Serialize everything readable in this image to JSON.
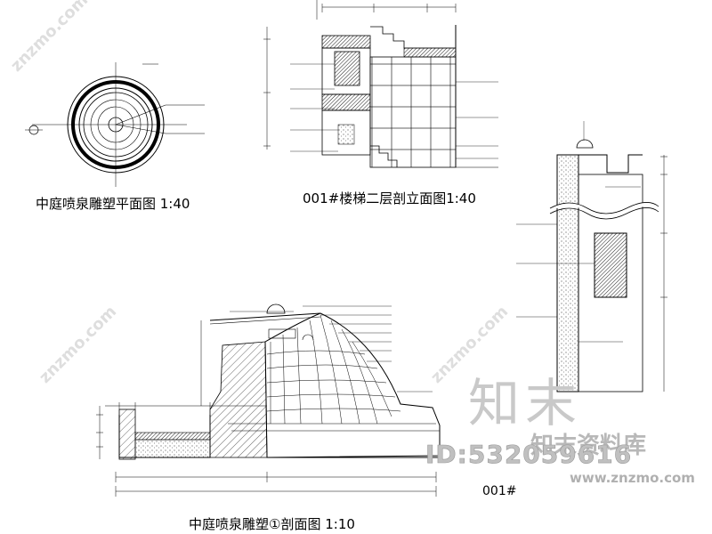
{
  "drawing": {
    "plan_title": "中庭喷泉雕塑平面图 1:40",
    "stair_title": "001#楼梯二层剖立面图1:40",
    "section_title": "中庭喷泉雕塑①剖面图 1:10",
    "partial_title": "001#"
  },
  "watermark": {
    "logo_text": "知末",
    "brand_text": "知末资料库",
    "id_text": "ID:532059616",
    "url_text": "www.znzmo.com",
    "diag_text": "znzmo.com"
  },
  "colors": {
    "line": "#000000",
    "watermark": "#c0c0c0"
  }
}
